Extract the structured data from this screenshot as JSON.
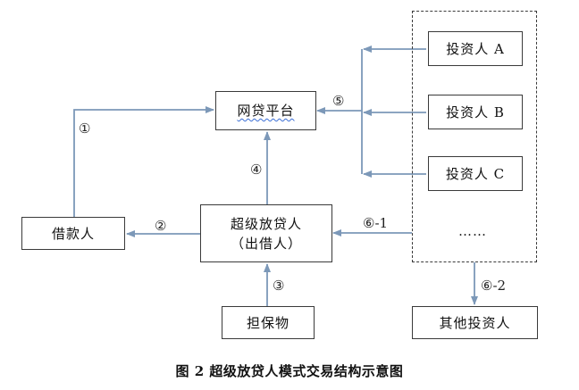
{
  "nodes": {
    "platform": "网贷平台",
    "borrower": "借款人",
    "lender_line1": "超级放贷人",
    "lender_line2": "（出借人）",
    "collateral": "担保物",
    "investor_a": "投资人 A",
    "investor_b": "投资人 B",
    "investor_c": "投资人 C",
    "ellipsis": "……",
    "other_investors": "其他投资人"
  },
  "edge_labels": {
    "e1": "①",
    "e2": "②",
    "e3": "③",
    "e4": "④",
    "e5": "⑤",
    "e6_1": "⑥-1",
    "e6_2": "⑥-2"
  },
  "caption": "图 2  超级放贷人模式交易结构示意图",
  "colors": {
    "arrow": "#7c98b8",
    "box_border": "#3a3a3a",
    "wavy_underline": "#3b6fd6"
  }
}
